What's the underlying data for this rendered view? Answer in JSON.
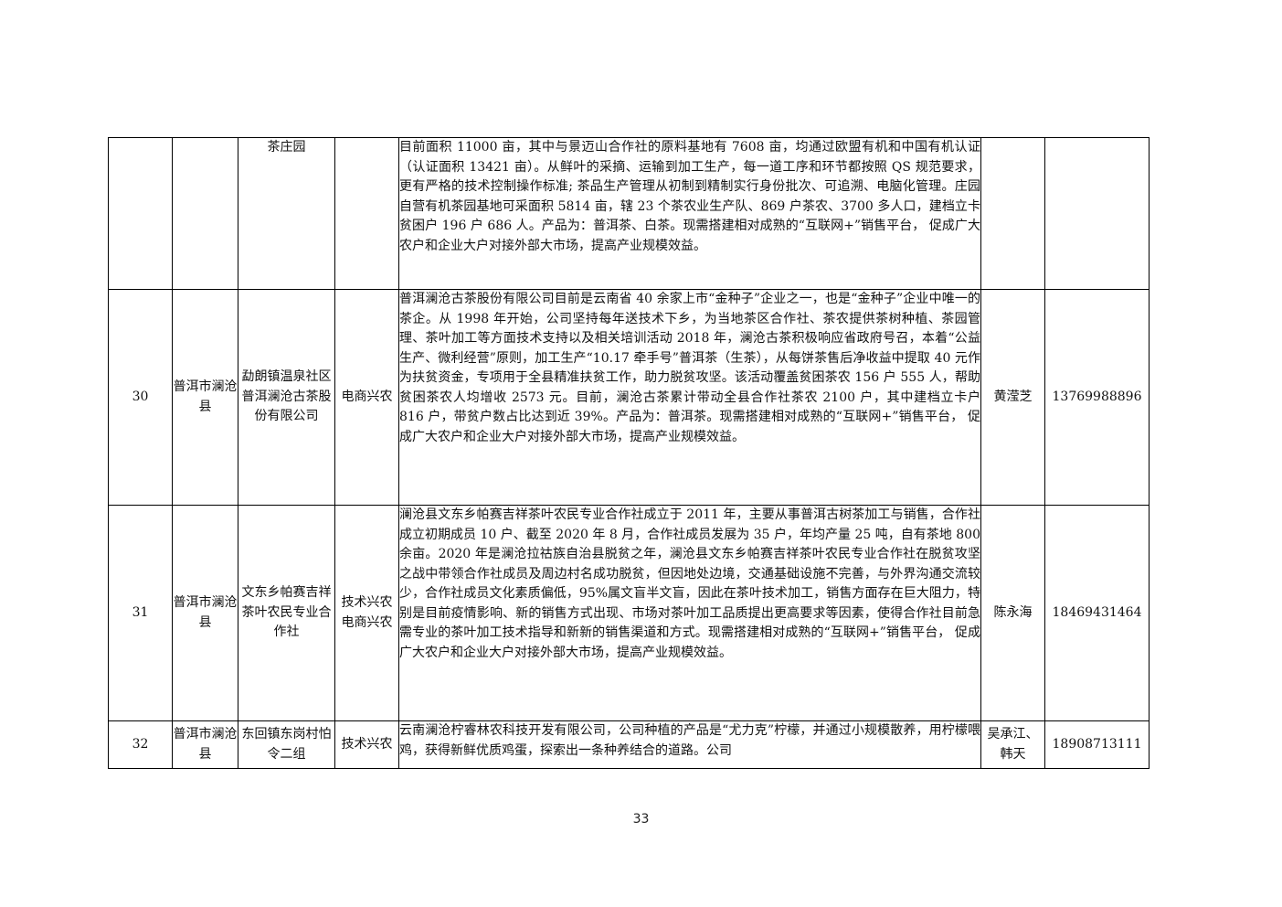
{
  "rows": [
    {
      "no": "",
      "region": "",
      "unit": "茶庄园",
      "type": "",
      "desc": "目前面积 11000 亩，其中与景迈山合作社的原料基地有 7608 亩，均通过欧盟有机和中国有机认证（认证面积 13421 亩）。从鲜叶的采摘、运输到加工生产，每一道工序和环节都按照 QS 规范要求，更有严格的技术控制操作标准; 茶品生产管理从初制到精制实行身份批次、可追溯、电脑化管理。庄园自营有机茶园基地可采面积 5814 亩，辖 23 个茶农业生产队、869 户茶农、3700 多人口，建档立卡贫困户 196 户 686 人。产品为：普洱茶、白茶。现需搭建相对成熟的“互联网+”销售平台， 促成广大农户和企业大户对接外部大市场，提高产业规模效益。",
      "contact": "",
      "phone": ""
    },
    {
      "no": "30",
      "region": "普洱市澜沧县",
      "unit": "勐朗镇温泉社区普洱澜沧古茶股份有限公司",
      "type": "电商兴农",
      "desc": "普洱澜沧古茶股份有限公司目前是云南省 40 余家上市“金种子”企业之一，也是“金种子”企业中唯一的茶企。从 1998 年开始，公司坚持每年送技术下乡，为当地茶区合作社、茶农提供茶树种植、茶园管理、茶叶加工等方面技术支持以及相关培训活动 2018 年，澜沧古茶积极响应省政府号召，本着“公益生产、微利经营”原则，加工生产“10.17 牵手号”普洱茶（生茶），从每饼茶售后净收益中提取 40 元作为扶贫资金，专项用于全县精准扶贫工作，助力脱贫攻坚。该活动覆盖贫困茶农 156 户 555 人，帮助贫困茶农人均增收 2573 元。目前，澜沧古茶累计带动全县合作社茶农 2100 户，其中建档立卡户 816 户，带贫户数占比达到近 39%。产品为：普洱茶。现需搭建相对成熟的“互联网+”销售平台， 促成广大农户和企业大户对接外部大市场，提高产业规模效益。",
      "contact": "黄滢芝",
      "phone": "13769988896"
    },
    {
      "no": "31",
      "region": "普洱市澜沧县",
      "unit": "文东乡帕赛吉祥茶叶农民专业合作社",
      "type": "技术兴农 电商兴农",
      "desc": "澜沧县文东乡帕赛吉祥茶叶农民专业合作社成立于 2011 年，主要从事普洱古树茶加工与销售，合作社成立初期成员 10 户、截至 2020 年 8 月，合作社成员发展为 35 户，年均产量 25 吨，自有茶地 800 余亩。2020 年是澜沧拉祜族自治县脱贫之年，澜沧县文东乡帕赛吉祥茶叶农民专业合作社在脱贫攻坚之战中带领合作社成员及周边村名成功脱贫，但因地处边境，交通基础设施不完善，与外界沟通交流较少，合作社成员文化素质偏低，95%属文盲半文盲，因此在茶叶技术加工，销售方面存在巨大阻力，特别是目前疫情影响、新的销售方式出现、市场对茶叶加工品质提出更高要求等因素，使得合作社目前急需专业的茶叶加工技术指导和新新的销售渠道和方式。现需搭建相对成熟的“互联网+”销售平台， 促成广大农户和企业大户对接外部大市场，提高产业规模效益。",
      "contact": "陈永海",
      "phone": "18469431464"
    },
    {
      "no": "32",
      "region": "普洱市澜沧县",
      "unit": "东回镇东岗村怕令二组",
      "type": "技术兴农",
      "desc": "云南澜沧柠睿林农科技开发有限公司，公司种植的产品是“尤力克”柠檬，并通过小规模散养，用柠檬喂鸡，获得新鲜优质鸡蛋，探索出一条种养结合的道路。公司",
      "contact": "吴承江、韩天",
      "phone": "18908713111"
    }
  ],
  "page_number": "33"
}
